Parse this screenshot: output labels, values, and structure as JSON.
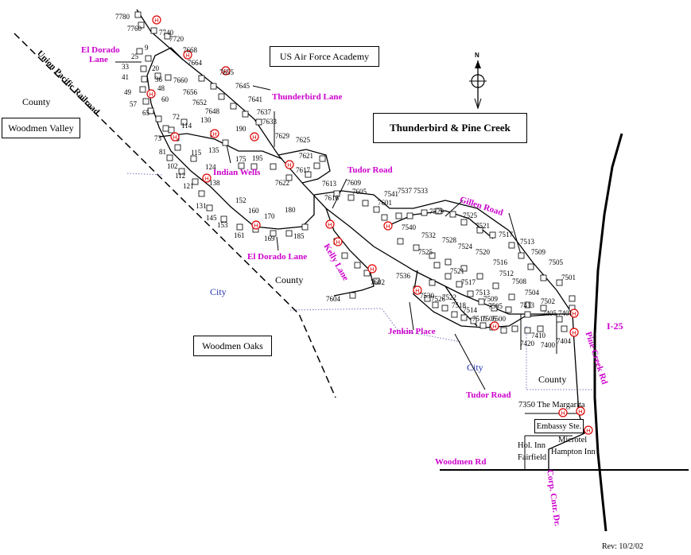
{
  "map": {
    "title": "Thunderbird & Pine Creek",
    "revision": "Rev: 10/2/02",
    "boxes": {
      "air_force": "US Air Force Academy",
      "woodmen_valley": "Woodmen Valley",
      "woodmen_oaks": "Woodmen Oaks"
    },
    "areas": {
      "county_left": "County",
      "county_mid": "County",
      "county_right": "County",
      "city_left": "City",
      "city_right": "City"
    },
    "railroad": "Union Pacific Railroad",
    "highway": "I-25",
    "streets": {
      "el_dorado_lane_1": "El Dorado",
      "el_dorado_lane_2": "Lane",
      "thunderbird_lane": "Thunderbird Lane",
      "tudor_road_top": "Tudor Road",
      "gillen_road": "Gillen Road",
      "indian_wells": "Indian Wells",
      "el_dorado_lane_bottom": "El Dorado Lane",
      "kelly_lane": "Kelly Lane",
      "jenkin_place": "Jenkin Place",
      "tudor_road_bottom": "Tudor Road",
      "pine_creek_rd": "Pine Creek Rd",
      "woodmen_rd": "Woodmen Rd",
      "corp_cntr_dr": "Corp. Cntr. Dr."
    },
    "hotels": {
      "margarita": "7350 The Margarita",
      "embassy": "Embassy Ste.",
      "hol_inn": "Hol. Inn",
      "fairfield": "Fairfield",
      "microtel": "Microtel",
      "hampton": "Hampton Inn"
    },
    "hydrant_symbol": "H",
    "addresses": [
      "7780",
      "7760",
      "7740",
      "7720",
      "9",
      "25",
      "7668",
      "7664",
      "33",
      "20",
      "41",
      "36",
      "7660",
      "7655",
      "49",
      "48",
      "7656",
      "7645",
      "57",
      "60",
      "7652",
      "7641",
      "65",
      "7648",
      "7637",
      "130",
      "72",
      "114",
      "190",
      "7633",
      "73",
      "7629",
      "7625",
      "81",
      "115",
      "135",
      "175",
      "195",
      "7621",
      "102",
      "124",
      "7617",
      "112",
      "7622",
      "138",
      "121",
      "7613",
      "7609",
      "131",
      "7616",
      "7605",
      "152",
      "7601",
      "160",
      "170",
      "180",
      "145",
      "153",
      "161",
      "169",
      "185",
      "7541",
      "7537",
      "7533",
      "7529",
      "7525",
      "7521",
      "7517",
      "7513",
      "7509",
      "7505",
      "7501",
      "7540",
      "7532",
      "7528",
      "7524",
      "7520",
      "7516",
      "7512",
      "7508",
      "7504",
      "7502",
      "7602",
      "7604",
      "7536",
      "7525",
      "7521",
      "7517",
      "7513",
      "7509",
      "7505",
      "7413",
      "7405",
      "7401",
      "7410",
      "7400",
      "7404",
      "7420",
      "7500",
      "7506",
      "7510",
      "7514",
      "7518",
      "7522",
      "7526",
      "7530"
    ]
  }
}
